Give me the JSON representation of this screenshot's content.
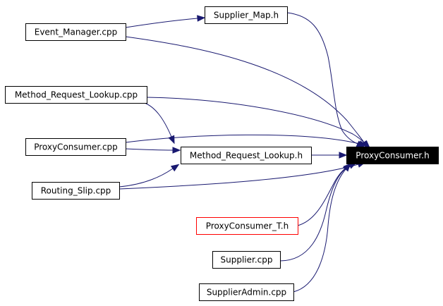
{
  "nodes": [
    {
      "id": "event_manager",
      "label": "Event_Manager.cpp"
    },
    {
      "id": "supplier_map",
      "label": "Supplier_Map.h"
    },
    {
      "id": "method_request_lookup_cpp",
      "label": "Method_Request_Lookup.cpp"
    },
    {
      "id": "proxyconsumer_cpp",
      "label": "ProxyConsumer.cpp"
    },
    {
      "id": "method_request_lookup_h",
      "label": "Method_Request_Lookup.h"
    },
    {
      "id": "routing_slip",
      "label": "Routing_Slip.cpp"
    },
    {
      "id": "proxyconsumer_h",
      "label": "ProxyConsumer.h"
    },
    {
      "id": "proxyconsumer_t",
      "label": "ProxyConsumer_T.h"
    },
    {
      "id": "supplier_cpp",
      "label": "Supplier.cpp"
    },
    {
      "id": "supplieradmin",
      "label": "SupplierAdmin.cpp"
    }
  ],
  "edges": [
    {
      "from": "event_manager",
      "to": "supplier_map"
    },
    {
      "from": "event_manager",
      "to": "proxyconsumer_h"
    },
    {
      "from": "supplier_map",
      "to": "proxyconsumer_h"
    },
    {
      "from": "method_request_lookup_cpp",
      "to": "proxyconsumer_h"
    },
    {
      "from": "method_request_lookup_cpp",
      "to": "method_request_lookup_h"
    },
    {
      "from": "proxyconsumer_cpp",
      "to": "proxyconsumer_h"
    },
    {
      "from": "proxyconsumer_cpp",
      "to": "method_request_lookup_h"
    },
    {
      "from": "method_request_lookup_h",
      "to": "proxyconsumer_h"
    },
    {
      "from": "routing_slip",
      "to": "method_request_lookup_h"
    },
    {
      "from": "routing_slip",
      "to": "proxyconsumer_h"
    },
    {
      "from": "proxyconsumer_t",
      "to": "proxyconsumer_h"
    },
    {
      "from": "supplier_cpp",
      "to": "proxyconsumer_h"
    },
    {
      "from": "supplieradmin",
      "to": "proxyconsumer_h"
    }
  ],
  "colors": {
    "edge": "#191970",
    "focus_fill": "#000000",
    "focus_text": "#ffffff",
    "missing_border": "#ff0000"
  }
}
